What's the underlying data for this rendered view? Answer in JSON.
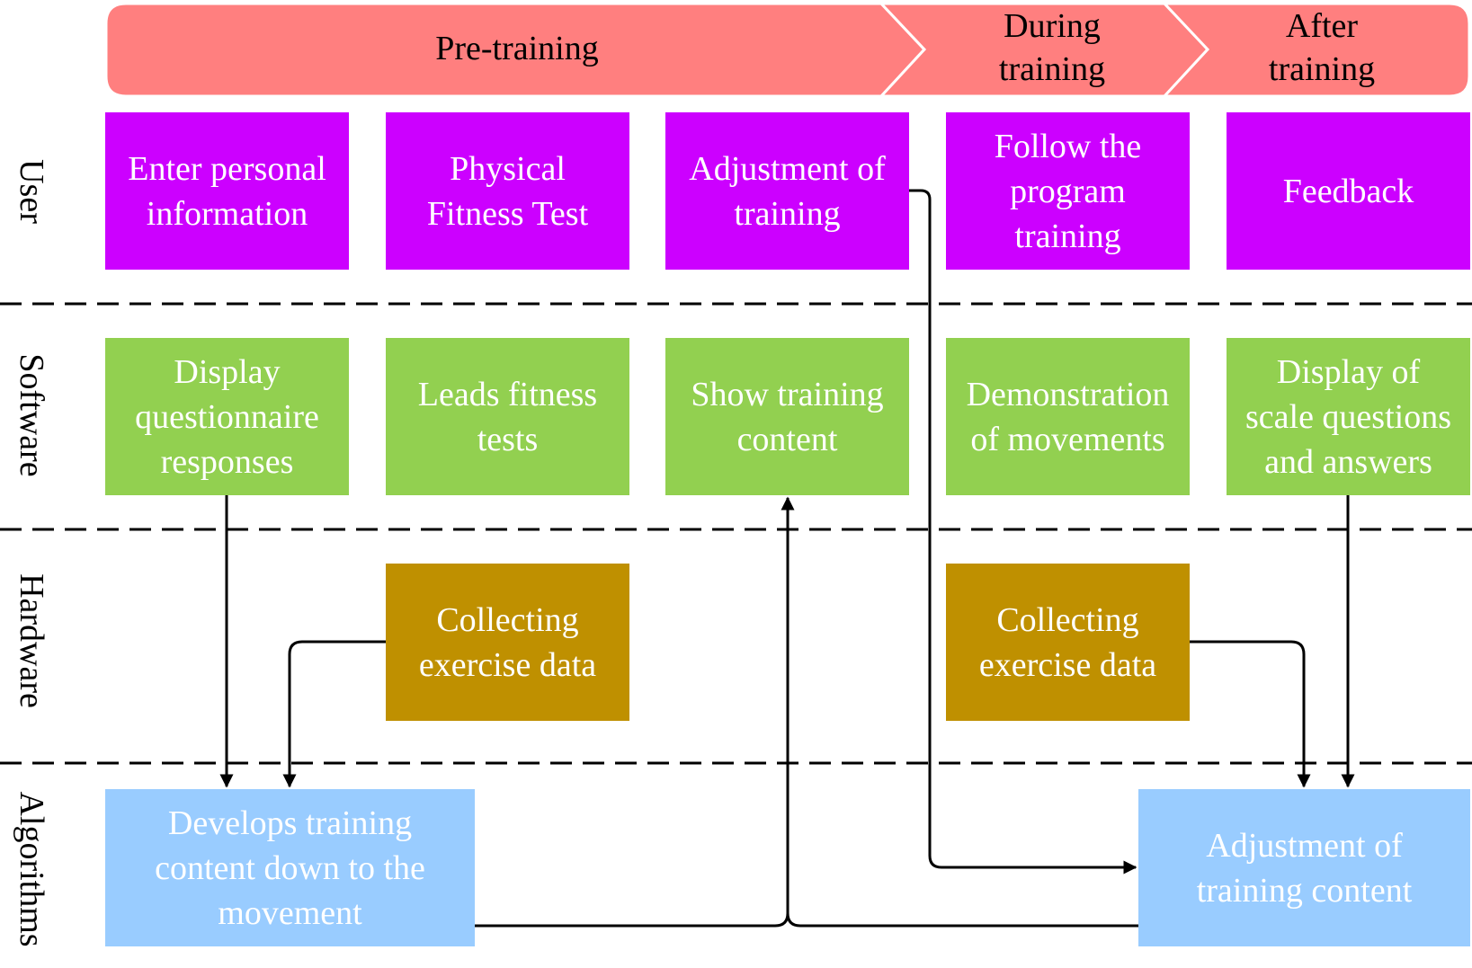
{
  "colors": {
    "phase": "#ff7f7f",
    "user": "#cc00ff",
    "software": "#92d050",
    "hardware": "#bf9000",
    "algorithm": "#99ccff",
    "line": "#000000"
  },
  "phases": {
    "pre": "Pre-training",
    "during": "During\ntraining",
    "after": "After\ntraining"
  },
  "lanes": {
    "user": "User",
    "software": "Software",
    "hardware": "Hardware",
    "algorithms": "Algorithms"
  },
  "user": {
    "enter_info": "Enter personal\ninformation",
    "fitness_test": "Physical\nFitness Test",
    "adjust_training": "Adjustment of\ntraining",
    "follow_program": "Follow the\nprogram\ntraining",
    "feedback": "Feedback"
  },
  "software": {
    "questionnaire": "Display\nquestionnaire\nresponses",
    "leads_tests": "Leads fitness\ntests",
    "show_content": "Show training\ncontent",
    "demonstration": "Demonstration\nof movements",
    "scale_display": "Display of\nscale questions\nand answers"
  },
  "hardware": {
    "collect_pre": "Collecting\nexercise data",
    "collect_during": "Collecting\nexercise data"
  },
  "algorithms": {
    "develop": "Develops training\ncontent down to the\nmovement",
    "adjust": "Adjustment of\ntraining content"
  }
}
